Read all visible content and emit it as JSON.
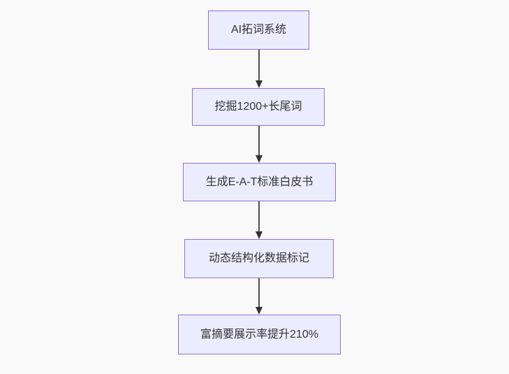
{
  "flowchart": {
    "type": "flowchart-vertical",
    "nodes": [
      {
        "id": "A",
        "label": "AI拓词系统"
      },
      {
        "id": "B",
        "label": "挖掘1200+长尾词"
      },
      {
        "id": "C",
        "label": "生成E-A-T标准白皮书"
      },
      {
        "id": "D",
        "label": "动态结构化数据标记"
      },
      {
        "id": "E",
        "label": "富摘要展示率提升210%"
      }
    ],
    "edges": [
      {
        "from": "A",
        "to": "B",
        "style": "arrow-down"
      },
      {
        "from": "B",
        "to": "C",
        "style": "arrow-down"
      },
      {
        "from": "C",
        "to": "D",
        "style": "arrow-down"
      },
      {
        "from": "D",
        "to": "E",
        "style": "arrow-down"
      }
    ],
    "colors": {
      "node_fill": "#ECECFF",
      "node_border": "#9370DB",
      "edge": "#333333",
      "text": "#333333",
      "background": "#F9F9F9"
    }
  }
}
